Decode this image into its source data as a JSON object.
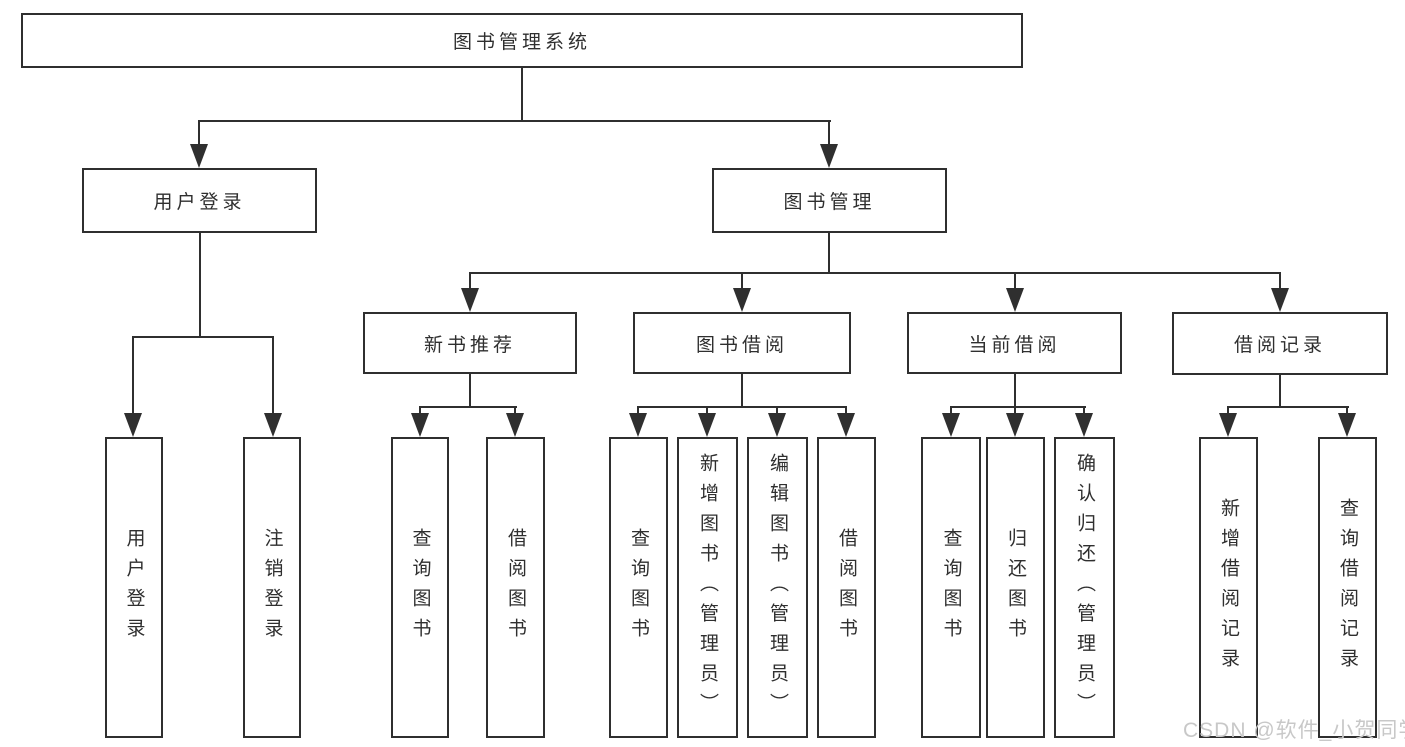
{
  "diagram": {
    "type": "hierarchy-tree",
    "watermark": "CSDN @软件_小贺同学",
    "colors": {
      "line": "#2f2f2f",
      "box_border": "#2f2f2f",
      "text": "#2f2f2f",
      "background": "#ffffff",
      "watermark_text": "#c8c8c8"
    }
  },
  "nodes": {
    "root": {
      "label": "图书管理系统"
    },
    "user_login": {
      "label": "用户登录"
    },
    "book_mgmt": {
      "label": "图书管理"
    },
    "new_book_rec": {
      "label": "新书推荐"
    },
    "book_borrow": {
      "label": "图书借阅"
    },
    "current_borrow": {
      "label": "当前借阅"
    },
    "borrow_record": {
      "label": "借阅记录"
    },
    "leaf_user_login": {
      "label": "用户登录"
    },
    "leaf_logout": {
      "label": "注销登录"
    },
    "nbr_query_book": {
      "label": "查询图书"
    },
    "nbr_borrow_book": {
      "label": "借阅图书"
    },
    "bb_query_book": {
      "label": "查询图书"
    },
    "bb_add_book": {
      "label": "新增图书（管理员）"
    },
    "bb_edit_book": {
      "label": "编辑图书（管理员）"
    },
    "bb_borrow_book": {
      "label": "借阅图书"
    },
    "cb_query_book": {
      "label": "查询图书"
    },
    "cb_return_book": {
      "label": "归还图书"
    },
    "cb_confirm_return": {
      "label": "确认归还（管理员）"
    },
    "br_add_record": {
      "label": "新增借阅记录"
    },
    "br_query_record": {
      "label": "查询借阅记录"
    }
  },
  "edges": [
    {
      "from": "图书管理系统",
      "to": "用户登录"
    },
    {
      "from": "图书管理系统",
      "to": "图书管理"
    },
    {
      "from": "用户登录",
      "to": "用户登录"
    },
    {
      "from": "用户登录",
      "to": "注销登录"
    },
    {
      "from": "图书管理",
      "to": "新书推荐"
    },
    {
      "from": "图书管理",
      "to": "图书借阅"
    },
    {
      "from": "图书管理",
      "to": "当前借阅"
    },
    {
      "from": "图书管理",
      "to": "借阅记录"
    },
    {
      "from": "新书推荐",
      "to": "查询图书"
    },
    {
      "from": "新书推荐",
      "to": "借阅图书"
    },
    {
      "from": "图书借阅",
      "to": "查询图书"
    },
    {
      "from": "图书借阅",
      "to": "新增图书（管理员）"
    },
    {
      "from": "图书借阅",
      "to": "编辑图书（管理员）"
    },
    {
      "from": "图书借阅",
      "to": "借阅图书"
    },
    {
      "from": "当前借阅",
      "to": "查询图书"
    },
    {
      "from": "当前借阅",
      "to": "归还图书"
    },
    {
      "from": "当前借阅",
      "to": "确认归还（管理员）"
    },
    {
      "from": "借阅记录",
      "to": "新增借阅记录"
    },
    {
      "from": "借阅记录",
      "to": "查询借阅记录"
    }
  ]
}
